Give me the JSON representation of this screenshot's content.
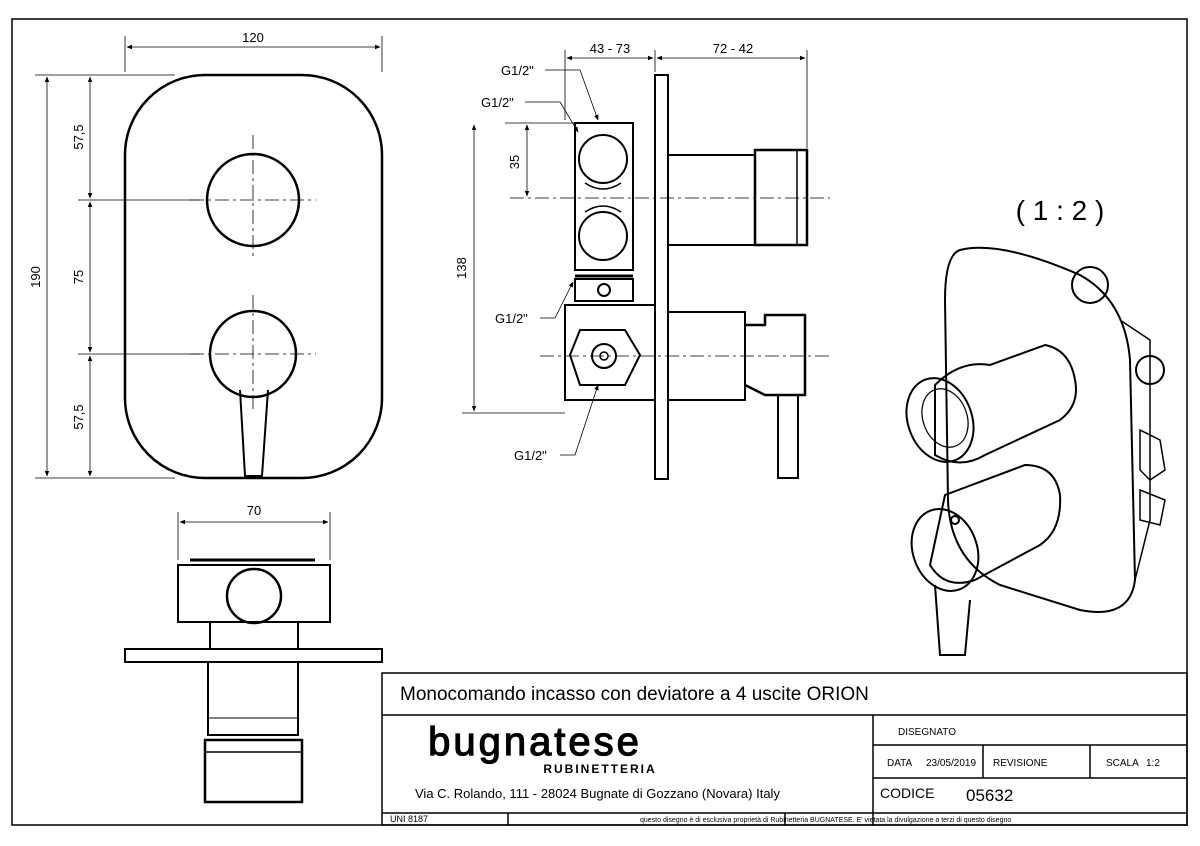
{
  "front_view": {
    "width_label": "120",
    "height_label": "190",
    "upper_label": "57,5",
    "middle_label": "75",
    "lower_label": "57,5"
  },
  "side_view": {
    "depth_left_label": "43 - 73",
    "depth_right_label": "72 - 42",
    "spacing_label": "35",
    "height_label": "138",
    "thread_1": "G1/2\"",
    "thread_2": "G1/2\"",
    "thread_3": "G1/2\"",
    "thread_4": "G1/2\""
  },
  "bottom_view": {
    "width_label": "70"
  },
  "scale_note": "( 1 : 2 )",
  "title_block": {
    "product_title": "Monocomando incasso con deviatore a 4 uscite ORION",
    "brand_name": "bugnatese",
    "brand_sub": "RUBINETTERIA",
    "address": "Via C. Rolando, 111 - 28024 Bugnate di Gozzano (Novara) Italy",
    "designed_label": "DISEGNATO",
    "date_label": "DATA",
    "date_value": "23/05/2019",
    "revision_label": "REVISIONE",
    "scale_label": "SCALA",
    "scale_value": "1:2",
    "code_label": "CODICE",
    "code_value": "05632",
    "standard": "UNI 8187",
    "disclaimer": "questo disegno è di esclusiva proprietà di Rubinetteria BUGNATESE. E' vietata la divulgazione a terzi di questo disegno"
  }
}
